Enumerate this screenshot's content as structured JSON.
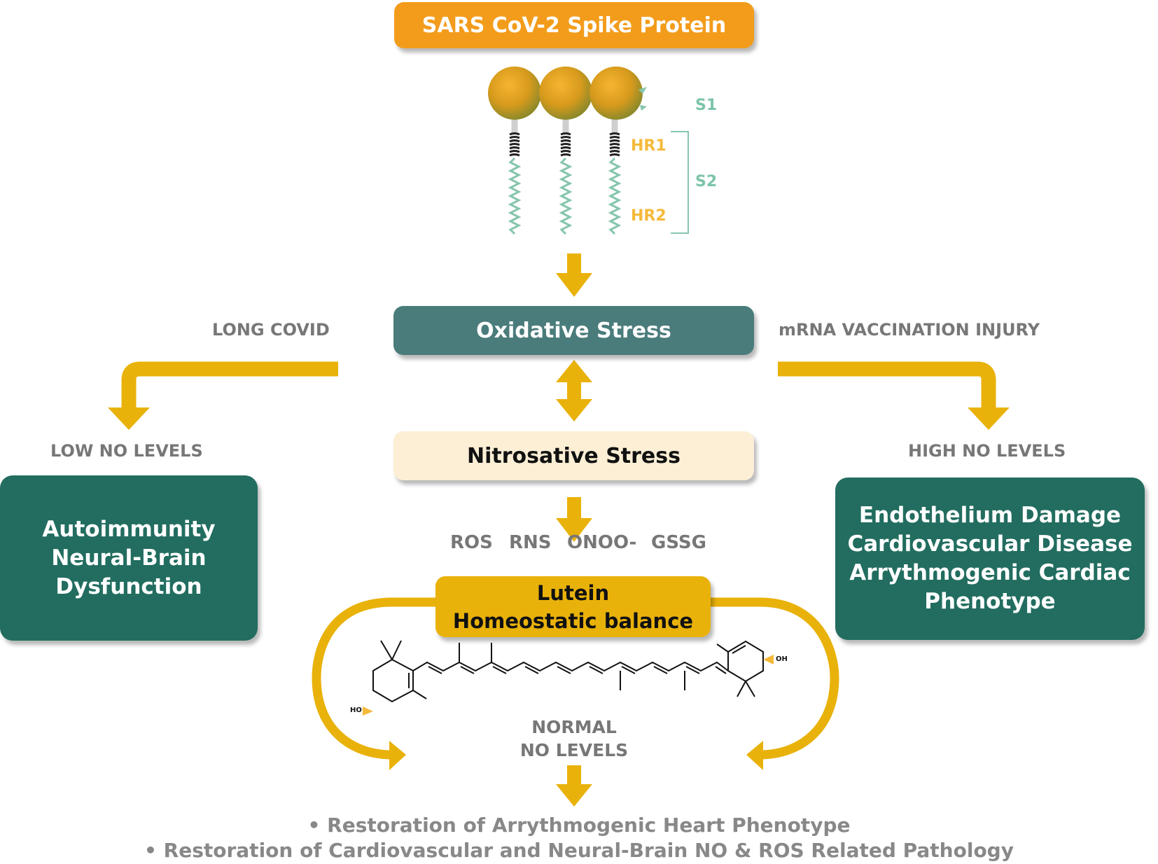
{
  "title": "SARS CoV-2 Spike Protein",
  "spike_labels": {
    "s1": "S1",
    "hr1": "HR1",
    "s2": "S2",
    "hr2": "HR2"
  },
  "central_flow": {
    "oxidative": "Oxidative Stress",
    "nitrosative": "Nitrosative Stress",
    "species": [
      "ROS",
      "RNS",
      "ONOO-",
      "GSSG"
    ]
  },
  "left_branch": {
    "trigger": "LONG COVID",
    "level": "LOW NO LEVELS",
    "outcome_lines": [
      "Autoimmunity",
      "Neural-Brain",
      "Dysfunction"
    ]
  },
  "right_branch": {
    "trigger": "mRNA VACCINATION INJURY",
    "level": "HIGH NO LEVELS",
    "outcome_lines": [
      "Endothelium Damage",
      "Cardiovascular Disease",
      "Arrythmogenic Cardiac",
      "Phenotype"
    ]
  },
  "lutein": {
    "lines": [
      "Lutein",
      "Homeostatic balance"
    ],
    "molecule_labels": {
      "left_hydroxyl": "HO",
      "right_hydroxyl": "OH"
    },
    "normal_lines": [
      "NORMAL",
      "NO LEVELS"
    ]
  },
  "outcomes": [
    "• Restoration of Arrythmogenic Heart Phenotype",
    "• Restoration of Cardiovascular and Neural-Brain NO & ROS Related Pathology"
  ],
  "colors": {
    "arrow": "#E9B20A",
    "title_orange": "#F39C1B",
    "oxidative_teal": "#4A7C7B",
    "outcome_green": "#226D60",
    "nitrosative_cream": "#FCEFD5",
    "label_grey": "#777777",
    "s_label_green": "#7CC4A8",
    "hr_label_yellow": "#F5B93A"
  }
}
